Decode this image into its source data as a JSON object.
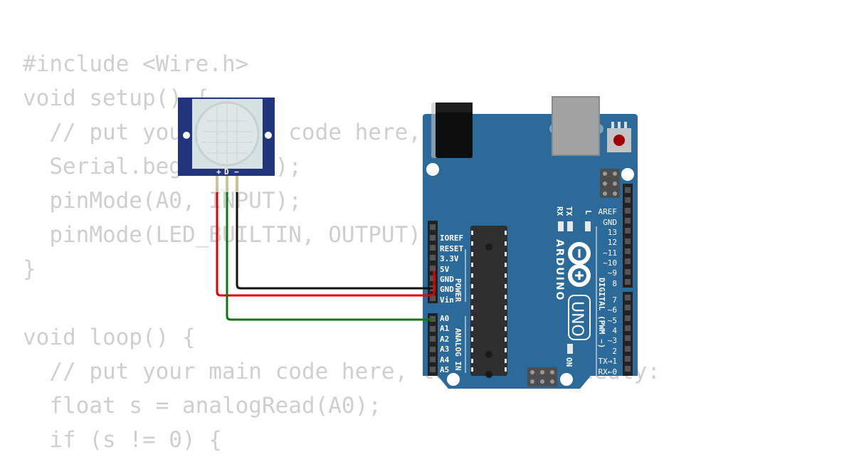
{
  "code": {
    "lines": [
      "#include <Wire.h>",
      "void setup() {",
      "  // put your setup code here, to run once:",
      "  Serial.begin(9600);",
      "  pinMode(A0, INPUT);",
      "  pinMode(LED_BUILTIN, OUTPUT);",
      "}",
      "",
      "void loop() {",
      "  // put your main code here, to run repeatedly:",
      "  float s = analogRead(A0);",
      "  if (s != 0) {"
    ]
  },
  "sensor": {
    "pins": {
      "plus": "+",
      "d": "D",
      "minus": "−"
    }
  },
  "board": {
    "brand": "ARDUINO",
    "model": "UNO",
    "power_pins": [
      "IOREF",
      "RESET",
      "3.3V",
      "5V",
      "GND",
      "GND",
      "Vin"
    ],
    "power_label": "POWER",
    "analog_pins": [
      "A0",
      "A1",
      "A2",
      "A3",
      "A4",
      "A5"
    ],
    "analog_label": "ANALOG IN",
    "digital_pins_top": [
      "AREF",
      "GND",
      "13",
      "12",
      "~11",
      "~10",
      "~9",
      "8"
    ],
    "digital_pins_bottom": [
      "7",
      "~6",
      "~5",
      "4",
      "~3",
      "2",
      "TX→1",
      "RX←0"
    ],
    "digital_label": "DIGITAL (PWM ~)",
    "led_labels": {
      "tx": "TX",
      "rx": "RX",
      "l": "L",
      "on": "ON"
    }
  },
  "colors": {
    "board": "#2c6a99",
    "wire_black": "#111111",
    "wire_red": "#e00000",
    "wire_green": "#0a7a10"
  }
}
